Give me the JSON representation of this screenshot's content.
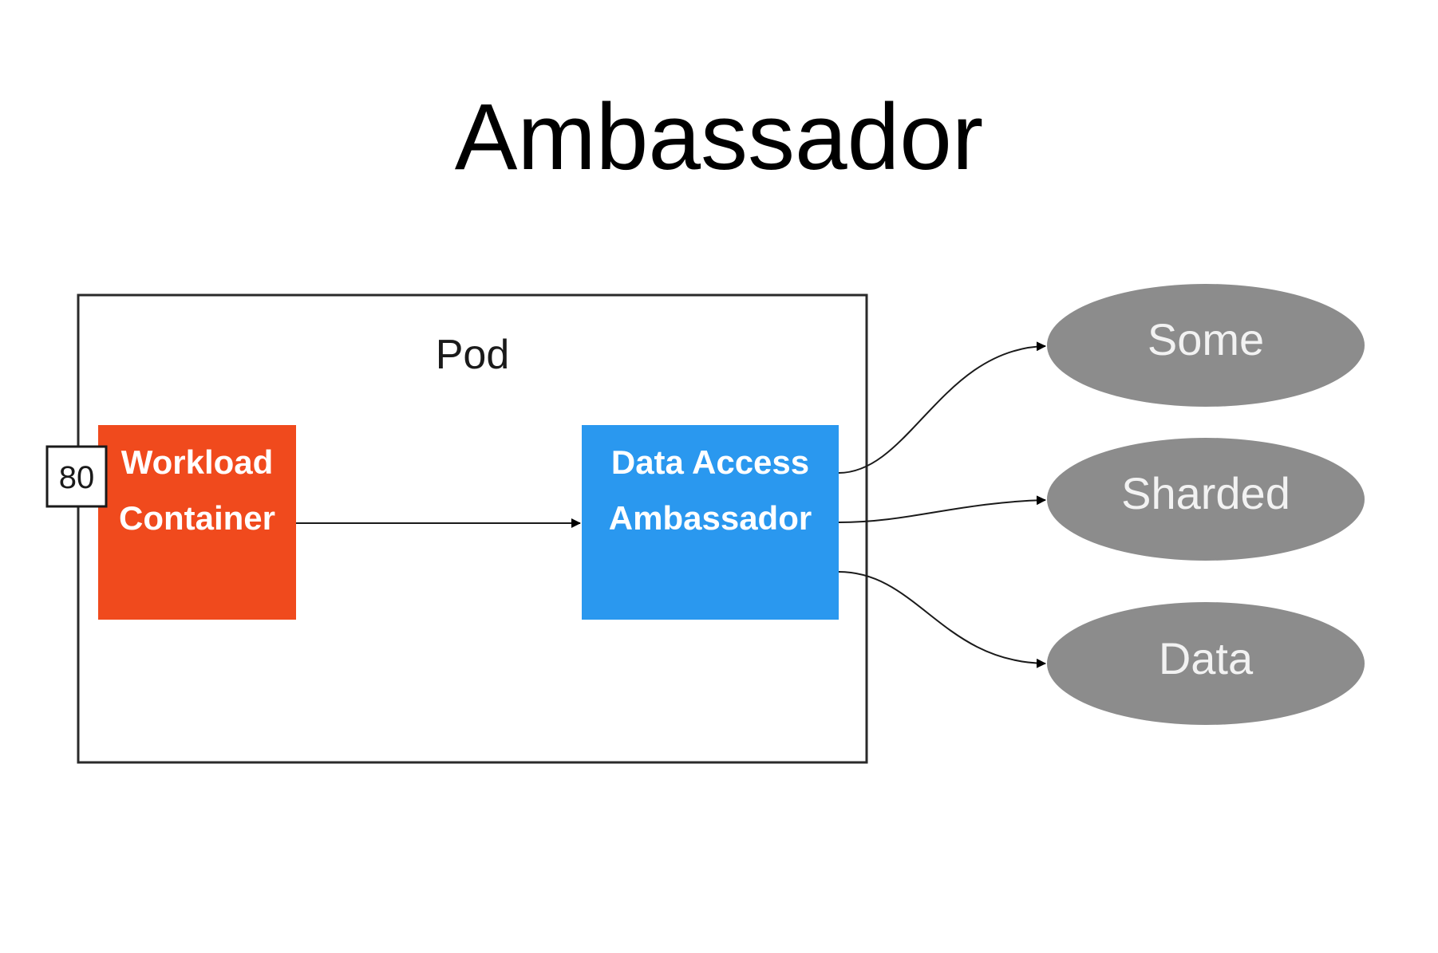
{
  "title": "Ambassador",
  "pod": {
    "label": "Pod"
  },
  "port": {
    "label": "80"
  },
  "workload": {
    "line1": "Workload",
    "line2": "Container",
    "color": "#f04a1d"
  },
  "ambassador": {
    "line1": "Data Access",
    "line2": "Ambassador",
    "color": "#2a98ef"
  },
  "data_nodes": {
    "color": "#8c8c8c",
    "items": [
      {
        "label": "Some"
      },
      {
        "label": "Sharded"
      },
      {
        "label": "Data"
      }
    ]
  }
}
